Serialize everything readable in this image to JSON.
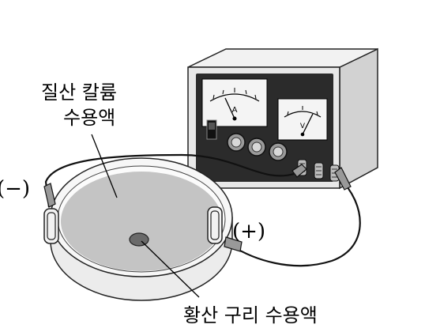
{
  "labels": {
    "kno3_line1": "질산 칼륨",
    "kno3_line2": "수용액",
    "cuso4": "황산 구리 수용액",
    "negative": "(−)",
    "positive": "(+)"
  },
  "meters": {
    "left_unit": "A",
    "right_unit": "V"
  },
  "colors": {
    "solution": "#c4c4c4",
    "device_body": "#e9e9e9",
    "device_panel": "#2b2b2b",
    "drop": "#6a6a6a"
  }
}
